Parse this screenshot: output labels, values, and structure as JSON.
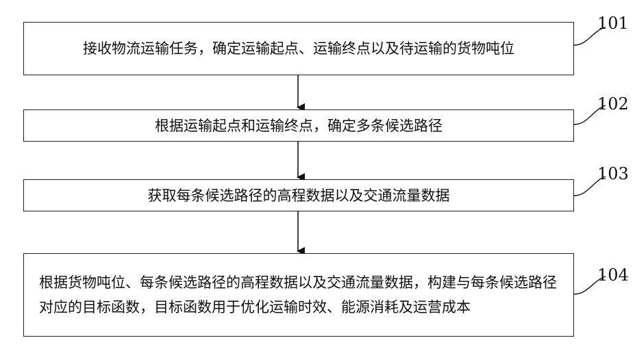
{
  "steps": [
    {
      "id": "101",
      "text": "接收物流运输任务，确定运输起点、运输终点以及待运输的货物吨位"
    },
    {
      "id": "102",
      "text": "根据运输起点和运输终点，确定多条候选路径"
    },
    {
      "id": "103",
      "text": "获取每条候选路径的高程数据以及交通流量数据"
    },
    {
      "id": "104",
      "text": "根据货物吨位、每条候选路径的高程数据以及交通流量数据，构建与每条候选路径对应的目标函数，目标函数用于优化运输时效、能源消耗及运营成本"
    }
  ]
}
